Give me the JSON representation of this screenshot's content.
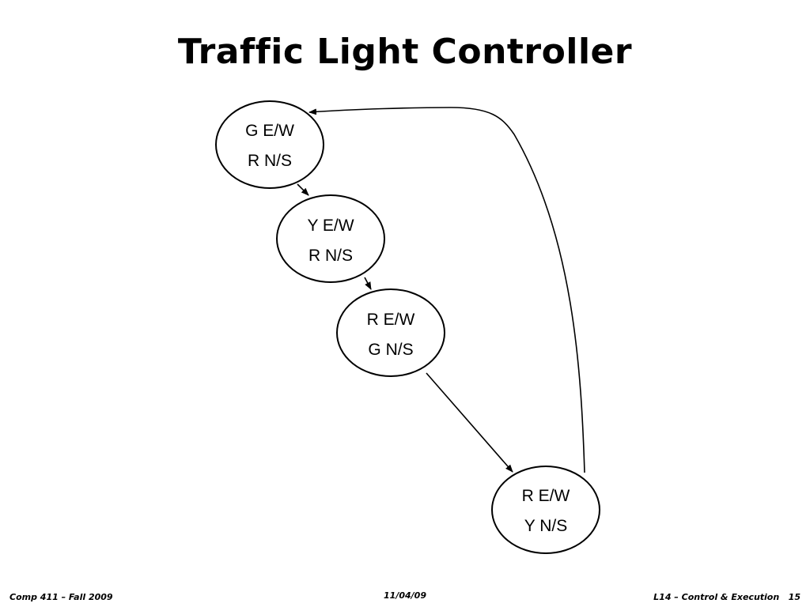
{
  "slide": {
    "title": "Traffic Light Controller"
  },
  "states": [
    {
      "id": "s1",
      "line1": "G E/W",
      "line2": "R N/S"
    },
    {
      "id": "s2",
      "line1": "Y E/W",
      "line2": "R N/S"
    },
    {
      "id": "s3",
      "line1": "R E/W",
      "line2": "G N/S"
    },
    {
      "id": "s4",
      "line1": "R E/W",
      "line2": "Y N/S"
    }
  ],
  "transitions": [
    {
      "from": "s1",
      "to": "s2"
    },
    {
      "from": "s2",
      "to": "s3"
    },
    {
      "from": "s3",
      "to": "s4"
    },
    {
      "from": "s4",
      "to": "s1"
    }
  ],
  "footer": {
    "left": "Comp 411 – Fall 2009",
    "center": "11/04/09",
    "right": "L14 – Control & Execution   15"
  }
}
